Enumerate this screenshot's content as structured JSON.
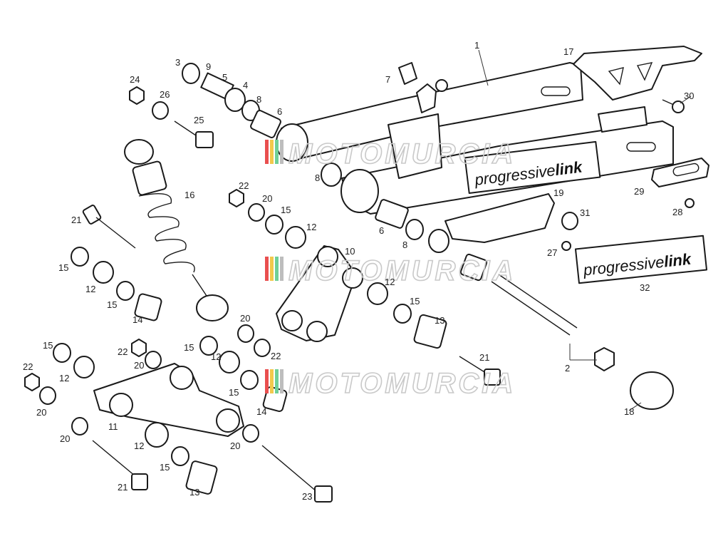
{
  "brand_decal_text": [
    "progressive",
    "link"
  ],
  "watermark_text": "MOTOMURCIA",
  "watermark_colors": [
    "#e94f4f",
    "#f2c94c",
    "#6fcf97",
    "#bdbdbd"
  ],
  "callouts": [
    {
      "id": "c1",
      "label": "1"
    },
    {
      "id": "c2",
      "label": "2"
    },
    {
      "id": "c3",
      "label": "3"
    },
    {
      "id": "c4",
      "label": "4"
    },
    {
      "id": "c5",
      "label": "5"
    },
    {
      "id": "c6a",
      "label": "6"
    },
    {
      "id": "c6b",
      "label": "6"
    },
    {
      "id": "c7",
      "label": "7"
    },
    {
      "id": "c8a",
      "label": "8"
    },
    {
      "id": "c8b",
      "label": "8"
    },
    {
      "id": "c8c",
      "label": "8"
    },
    {
      "id": "c9",
      "label": "9"
    },
    {
      "id": "c10",
      "label": "10"
    },
    {
      "id": "c11",
      "label": "11"
    },
    {
      "id": "c12a",
      "label": "12"
    },
    {
      "id": "c12b",
      "label": "12"
    },
    {
      "id": "c12c",
      "label": "12"
    },
    {
      "id": "c12d",
      "label": "12"
    },
    {
      "id": "c12e",
      "label": "12"
    },
    {
      "id": "c12f",
      "label": "12"
    },
    {
      "id": "c13a",
      "label": "13"
    },
    {
      "id": "c13b",
      "label": "13"
    },
    {
      "id": "c14a",
      "label": "14"
    },
    {
      "id": "c14b",
      "label": "14"
    },
    {
      "id": "c15a",
      "label": "15"
    },
    {
      "id": "c15b",
      "label": "15"
    },
    {
      "id": "c15c",
      "label": "15"
    },
    {
      "id": "c15d",
      "label": "15"
    },
    {
      "id": "c15e",
      "label": "15"
    },
    {
      "id": "c15f",
      "label": "15"
    },
    {
      "id": "c15g",
      "label": "15"
    },
    {
      "id": "c15h",
      "label": "15"
    },
    {
      "id": "c16",
      "label": "16"
    },
    {
      "id": "c17",
      "label": "17"
    },
    {
      "id": "c18",
      "label": "18"
    },
    {
      "id": "c19",
      "label": "19"
    },
    {
      "id": "c20a",
      "label": "20"
    },
    {
      "id": "c20b",
      "label": "20"
    },
    {
      "id": "c20c",
      "label": "20"
    },
    {
      "id": "c20d",
      "label": "20"
    },
    {
      "id": "c20e",
      "label": "20"
    },
    {
      "id": "c20f",
      "label": "20"
    },
    {
      "id": "c21a",
      "label": "21"
    },
    {
      "id": "c21b",
      "label": "21"
    },
    {
      "id": "c21c",
      "label": "21"
    },
    {
      "id": "c22a",
      "label": "22"
    },
    {
      "id": "c22b",
      "label": "22"
    },
    {
      "id": "c22c",
      "label": "22"
    },
    {
      "id": "c22d",
      "label": "22"
    },
    {
      "id": "c23",
      "label": "23"
    },
    {
      "id": "c24",
      "label": "24"
    },
    {
      "id": "c25",
      "label": "25"
    },
    {
      "id": "c26",
      "label": "26"
    },
    {
      "id": "c27",
      "label": "27"
    },
    {
      "id": "c28",
      "label": "28"
    },
    {
      "id": "c29",
      "label": "29"
    },
    {
      "id": "c30",
      "label": "30"
    },
    {
      "id": "c31",
      "label": "31"
    },
    {
      "id": "c32",
      "label": "32"
    }
  ]
}
